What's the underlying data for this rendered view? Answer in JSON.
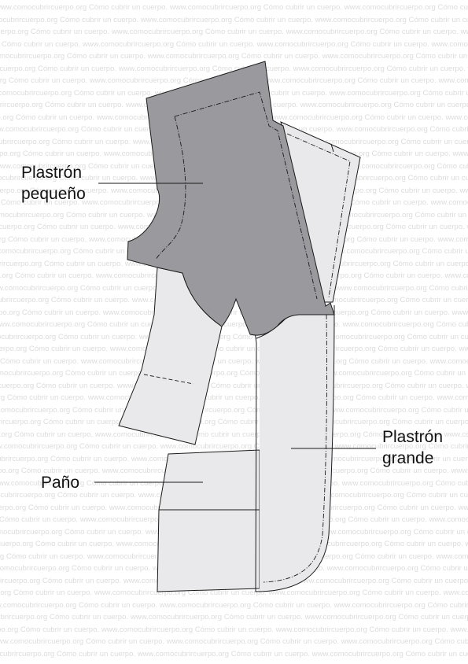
{
  "watermark": {
    "text": "www.comocubrircuerpo.org Cómo cubrir un cuerpo."
  },
  "labels": {
    "plastron_pequeno": {
      "line1": "Plastrón",
      "line2": "pequeño"
    },
    "pano": "Paño",
    "plastron_grande": {
      "line1": "Plastrón",
      "line2": "grande"
    }
  },
  "colors": {
    "dark_piece": "#9a9a9e",
    "light_piece": "#e9e9eb",
    "outline": "#1a1a1a",
    "watermark": "#dcdcdc"
  }
}
